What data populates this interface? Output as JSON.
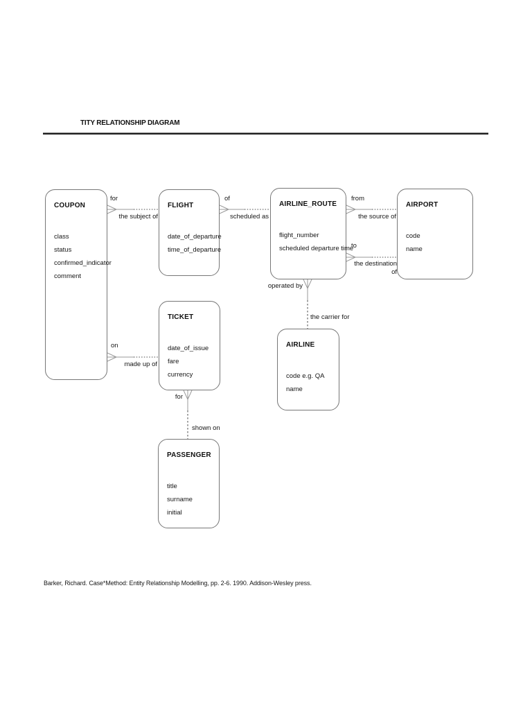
{
  "header": {
    "title": "TITY RELATIONSHIP DIAGRAM"
  },
  "diagram": {
    "entities": [
      {
        "id": "coupon",
        "name": "COUPON",
        "attributes": [
          "class",
          "status",
          "confirmed_indicator",
          "comment"
        ]
      },
      {
        "id": "flight",
        "name": "FLIGHT",
        "attributes": [
          "date_of_departure",
          "time_of_departure"
        ]
      },
      {
        "id": "airline_route",
        "name": "AIRLINE_ROUTE",
        "attributes": [
          "flight_number",
          "scheduled departure time"
        ]
      },
      {
        "id": "airport",
        "name": "AIRPORT",
        "attributes": [
          "code",
          "name"
        ]
      },
      {
        "id": "ticket",
        "name": "TICKET",
        "attributes": [
          "date_of_issue",
          "fare",
          "currency"
        ]
      },
      {
        "id": "airline",
        "name": "AIRLINE",
        "attributes": [
          "code e.g. QA",
          "name"
        ]
      },
      {
        "id": "passenger",
        "name": "PASSENGER",
        "attributes": [
          "title",
          "surname",
          "initial"
        ]
      }
    ],
    "relationships": [
      {
        "from": "COUPON",
        "to": "FLIGHT",
        "near_label": "for",
        "far_label": "the subject of"
      },
      {
        "from": "FLIGHT",
        "to": "AIRLINE_ROUTE",
        "near_label": "of",
        "far_label": "scheduled as"
      },
      {
        "from": "AIRLINE_ROUTE",
        "to": "AIRPORT",
        "near_label": "from",
        "far_label": "the source of"
      },
      {
        "from": "AIRLINE_ROUTE",
        "to": "AIRPORT",
        "near_label": "to",
        "far_label": "the destination of"
      },
      {
        "from": "AIRLINE_ROUTE",
        "to": "AIRLINE",
        "near_label": "operated by",
        "far_label": "the carrier for"
      },
      {
        "from": "COUPON",
        "to": "TICKET",
        "near_label": "on",
        "far_label": "made up of"
      },
      {
        "from": "TICKET",
        "to": "PASSENGER",
        "near_label": "for",
        "far_label": "shown on"
      }
    ]
  },
  "footer": {
    "citation": "Barker, Richard. Case*Method: Entity Relationship Modelling, pp. 2-6. 1990. Addison-Wesley press."
  },
  "colors": {
    "line_solid": "#9a9a9a",
    "line_dotted": "#4a4a4a",
    "box_border": "#767676",
    "text": "#161616"
  }
}
